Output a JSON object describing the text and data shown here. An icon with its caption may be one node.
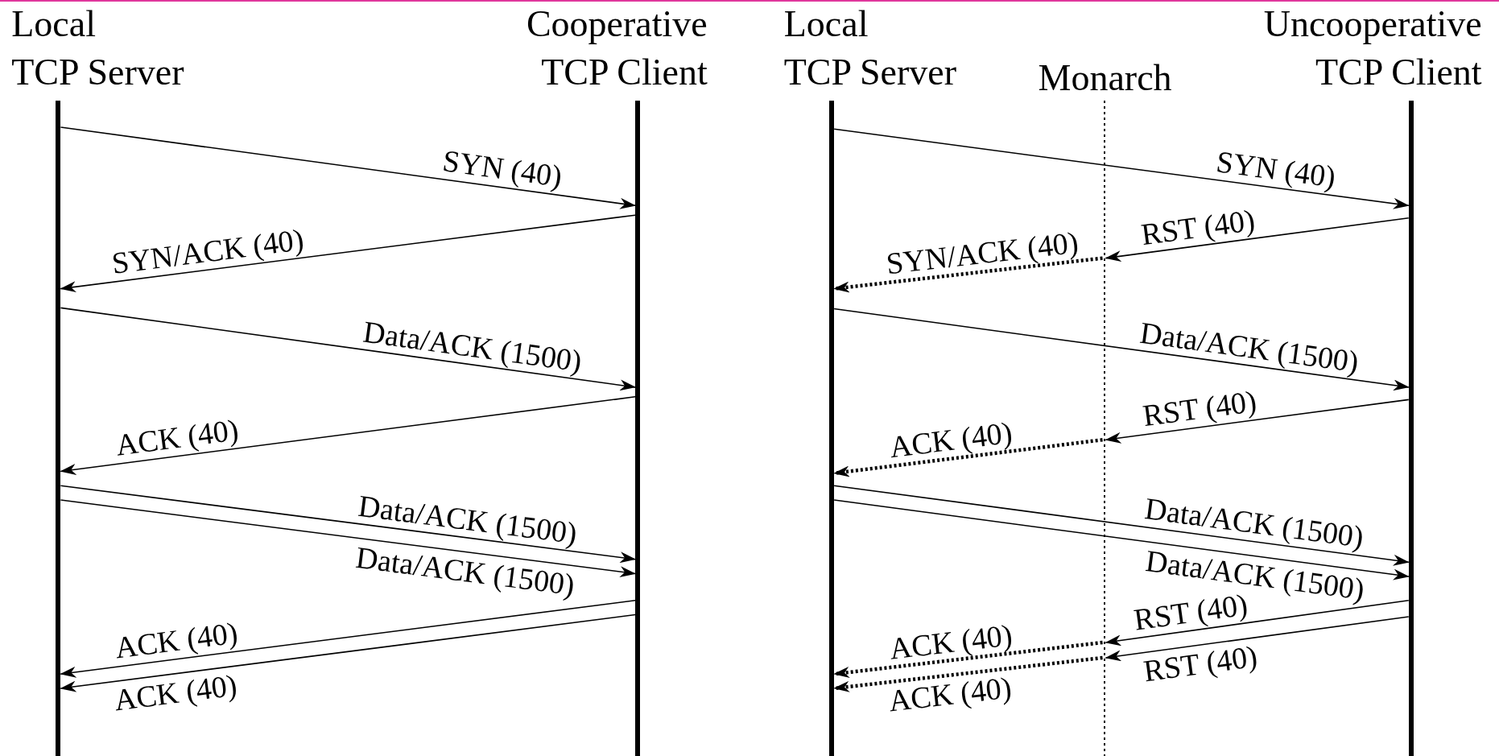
{
  "diagram": {
    "nodes": [
      {
        "text": [
          "Local TCP Server"
        ]
      },
      {
        "text": [
          "Cooperative TCP Client"
        ]
      },
      {
        "text": [
          "Local TCP Server"
        ]
      },
      {
        "text": [
          "Monarch"
        ]
      },
      {
        "text": [
          "Uncooperative TCP Client"
        ]
      }
    ],
    "edges": [
      {
        "from": 0,
        "to": 1,
        "arrow": "to",
        "label": "SYN (40)"
      },
      {
        "from": 1,
        "to": 0,
        "arrow": "to",
        "label": "SYN/ACK (40)"
      },
      {
        "from": 0,
        "to": 1,
        "arrow": "to",
        "label": "Data/ACK (1500)"
      },
      {
        "from": 1,
        "to": 0,
        "arrow": "to",
        "label": "ACK (40)"
      },
      {
        "from": 0,
        "to": 1,
        "arrow": "to",
        "label": "Data/ACK (1500)"
      },
      {
        "from": 0,
        "to": 1,
        "arrow": "to",
        "label": "Data/ACK (1500)"
      },
      {
        "from": 1,
        "to": 0,
        "arrow": "to",
        "label": "ACK (40)"
      },
      {
        "from": 1,
        "to": 0,
        "arrow": "to",
        "label": "ACK (40)"
      },
      {
        "from": 2,
        "to": 4,
        "arrow": "to",
        "label": "SYN (40)"
      },
      {
        "from": 4,
        "to": 3,
        "arrow": "to",
        "label": "RST (40)"
      },
      {
        "from": 3,
        "to": 2,
        "arrow": "to",
        "label": "SYN/ACK (40)",
        "style": "dashed"
      },
      {
        "from": 2,
        "to": 4,
        "arrow": "to",
        "label": "Data/ACK (1500)"
      },
      {
        "from": 4,
        "to": 3,
        "arrow": "to",
        "label": "RST (40)"
      },
      {
        "from": 3,
        "to": 2,
        "arrow": "to",
        "label": "ACK (40)",
        "style": "dashed"
      },
      {
        "from": 2,
        "to": 4,
        "arrow": "to",
        "label": "Data/ACK (1500)"
      },
      {
        "from": 2,
        "to": 4,
        "arrow": "to",
        "label": "Data/ACK (1500)"
      },
      {
        "from": 4,
        "to": 3,
        "arrow": "to",
        "label": "RST (40)"
      },
      {
        "from": 4,
        "to": 3,
        "arrow": "to",
        "label": "RST (40)"
      },
      {
        "from": 3,
        "to": 2,
        "arrow": "to",
        "label": "ACK (40)",
        "style": "dashed"
      },
      {
        "from": 3,
        "to": 2,
        "arrow": "to",
        "label": "ACK (40)",
        "style": "dashed"
      }
    ]
  }
}
